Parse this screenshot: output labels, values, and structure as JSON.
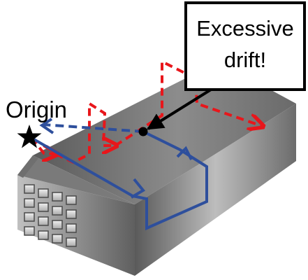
{
  "callout": {
    "line1": "Excessive",
    "line2": "drift!"
  },
  "origin_label": "Origin",
  "colors": {
    "actual_path": "#2e4f9c",
    "drift_path": "#e8161b",
    "callout_border": "#000000",
    "star": "#000000"
  },
  "icons": {
    "origin_marker": "star-icon",
    "drift_point": "dot-icon"
  }
}
